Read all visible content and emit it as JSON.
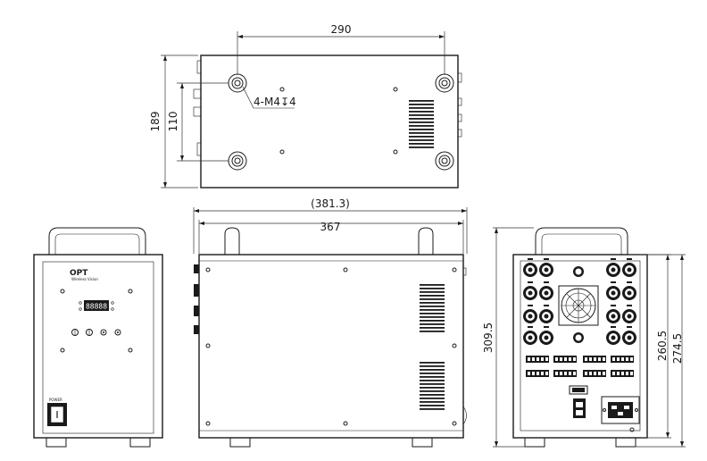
{
  "dimensions": {
    "top_width": "290",
    "top_depth": "189",
    "top_hole_spacing": "110",
    "thread_callout": "4-M4↧4",
    "side_overall_width": "(381.3)",
    "side_width": "367",
    "rear_overall_height": "309.5",
    "rear_height_a": "260.5",
    "rear_height_b": "274.5"
  },
  "front_panel": {
    "logo_text": "OPT",
    "logo_subtext": "Wireless Vision",
    "display_digits": "88888",
    "power_label": "POWER"
  }
}
